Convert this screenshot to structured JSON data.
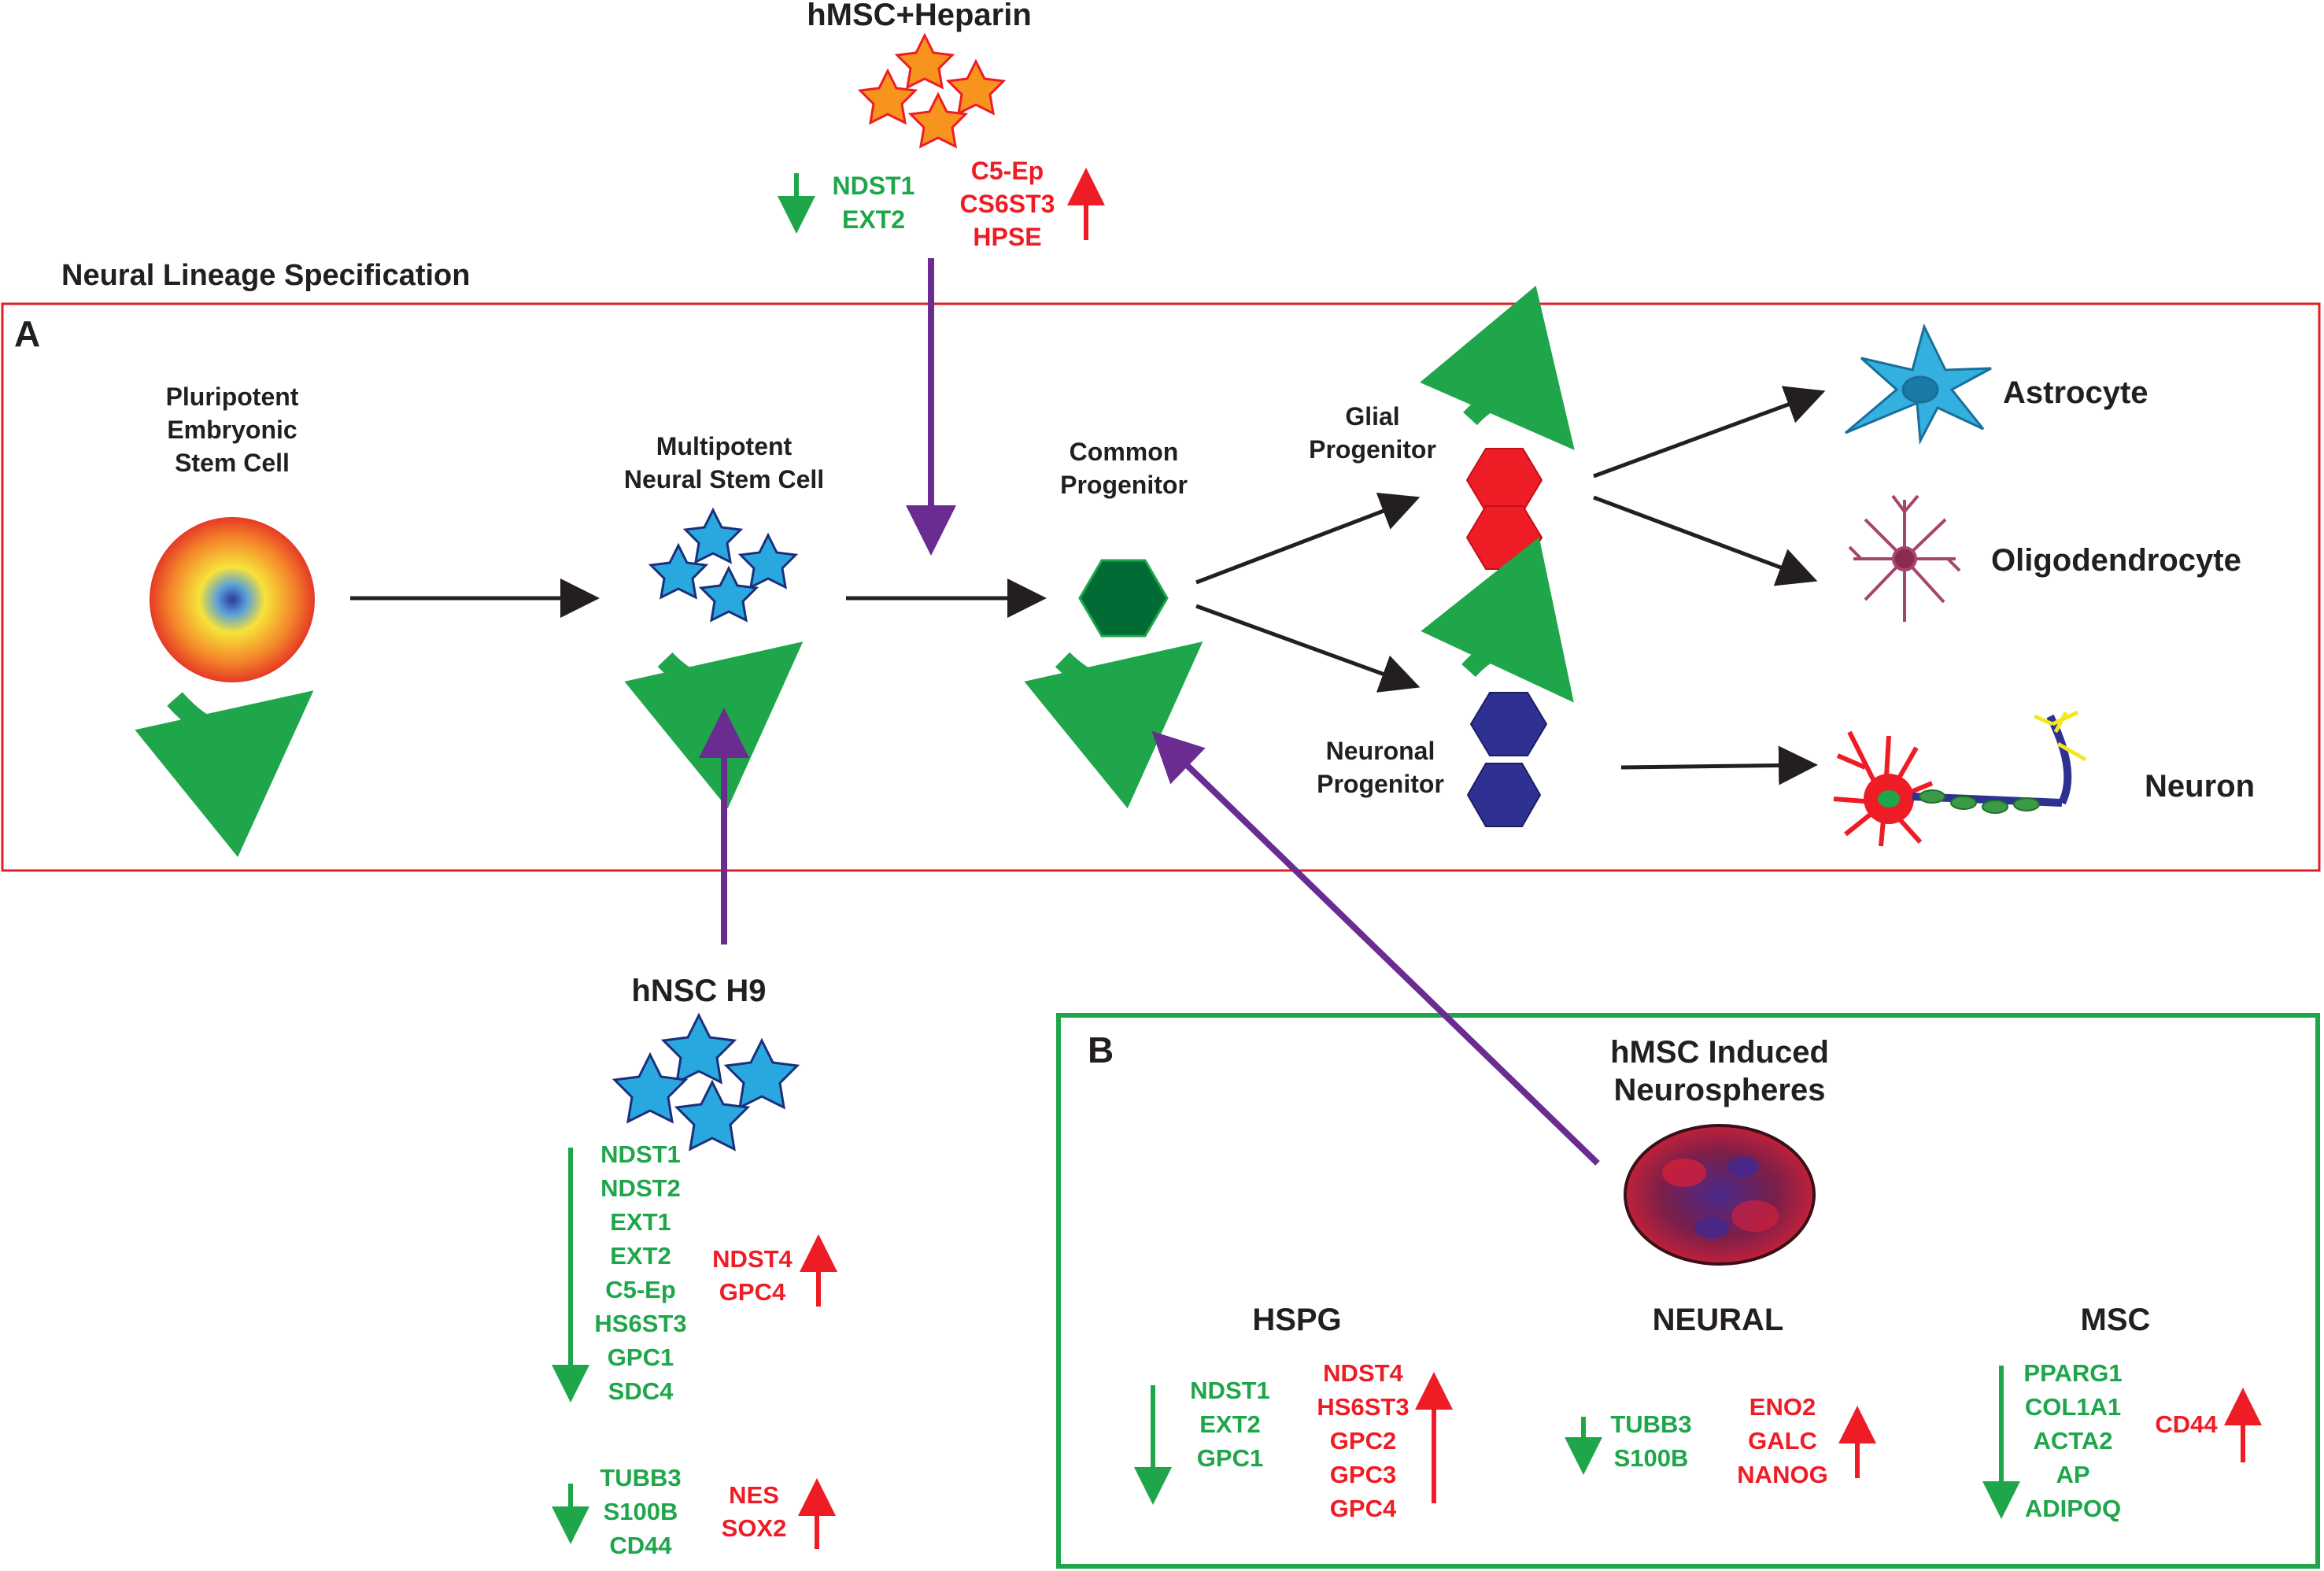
{
  "section_title": "Neural Lineage Specification",
  "panel_a_letter": "A",
  "panel_b_letter": "B",
  "colors": {
    "panel_a_border": "#e31e24",
    "panel_b_border": "#1fa64a",
    "down": "#1fa64a",
    "up": "#ee1c25",
    "purple": "#6a2c91"
  },
  "cells": {
    "pluripotent": [
      "Pluripotent",
      "Embryonic",
      "Stem Cell"
    ],
    "multipotent": [
      "Multipotent",
      "Neural Stem Cell"
    ],
    "common": [
      "Common",
      "Progenitor"
    ],
    "glial": [
      "Glial",
      "Progenitor"
    ],
    "neuronal": [
      "Neuronal",
      "Progenitor"
    ],
    "astrocyte": "Astrocyte",
    "oligodendrocyte": "Oligodendrocyte",
    "neuron": "Neuron"
  },
  "heparin": {
    "title": "hMSC+Heparin",
    "down": [
      "NDST1",
      "EXT2"
    ],
    "up": [
      "C5-Ep",
      "CS6ST3",
      "HPSE"
    ]
  },
  "hnsc": {
    "title": "hNSC H9",
    "down1": [
      "NDST1",
      "NDST2",
      "EXT1",
      "EXT2",
      "C5-Ep",
      "HS6ST3",
      "GPC1",
      "SDC4"
    ],
    "up1": [
      "NDST4",
      "GPC4"
    ],
    "down2": [
      "TUBB3",
      "S100B",
      "CD44"
    ],
    "up2": [
      "NES",
      "SOX2"
    ]
  },
  "neurospheres": {
    "title": [
      "hMSC Induced",
      "Neurospheres"
    ],
    "hspg": {
      "title": "HSPG",
      "down": [
        "NDST1",
        "EXT2",
        "GPC1"
      ],
      "up": [
        "NDST4",
        "HS6ST3",
        "GPC2",
        "GPC3",
        "GPC4"
      ]
    },
    "neural": {
      "title": "NEURAL",
      "down": [
        "TUBB3",
        "S100B"
      ],
      "up": [
        "ENO2",
        "GALC",
        "NANOG"
      ]
    },
    "msc": {
      "title": "MSC",
      "down": [
        "PPARG1",
        "COL1A1",
        "ACTA2",
        "AP",
        "ADIPOQ"
      ],
      "up": [
        "CD44"
      ]
    }
  }
}
